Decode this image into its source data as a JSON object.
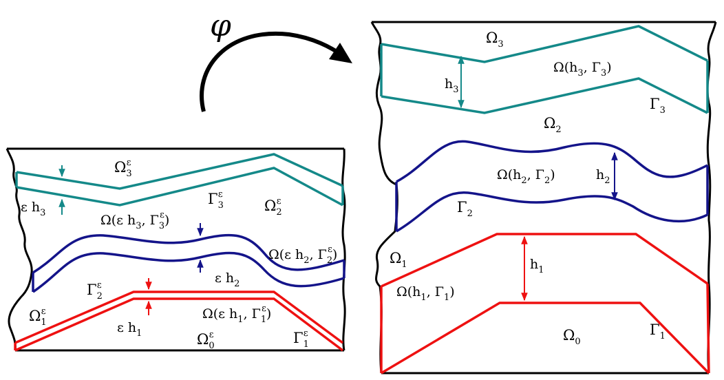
{
  "colors": {
    "teal": "#148989",
    "navy": "#14148a",
    "red": "#ee1111",
    "black": "#000000"
  },
  "map_label": {
    "symbol": "φ"
  },
  "left_panel": {
    "labels": {
      "omega3": {
        "base": "Ω",
        "sub": "3",
        "sup": "ε"
      },
      "omega2": {
        "base": "Ω",
        "sub": "2",
        "sup": "ε"
      },
      "omega1": {
        "base": "Ω",
        "sub": "1",
        "sup": "ε"
      },
      "omega0": {
        "base": "Ω",
        "sub": "0",
        "sup": "ε"
      },
      "gamma3": {
        "base": "Γ",
        "sub": "3",
        "sup": "ε"
      },
      "gamma2": {
        "base": "Γ",
        "sub": "2",
        "sup": "ε"
      },
      "gamma1": {
        "base": "Γ",
        "sub": "1",
        "sup": "ε"
      },
      "eps_h3": {
        "text": "ε h",
        "sub": "3"
      },
      "eps_h2": {
        "text": "ε h",
        "sub": "2"
      },
      "eps_h1": {
        "text": "ε h",
        "sub": "1"
      },
      "layer3": {
        "pre": "Ω(ε h",
        "sub": "3",
        "mid": ", Γ",
        "sub2": "3",
        "sup2": "ε",
        "post": ")"
      },
      "layer2": {
        "pre": "Ω(ε h",
        "sub": "2",
        "mid": ", Γ",
        "sub2": "2",
        "sup2": "ε",
        "post": ")"
      },
      "layer1": {
        "pre": "Ω(ε h",
        "sub": "1",
        "mid": ", Γ",
        "sub2": "1",
        "sup2": "ε",
        "post": ")"
      }
    }
  },
  "right_panel": {
    "labels": {
      "omega3": {
        "base": "Ω",
        "sub": "3"
      },
      "omega2": {
        "base": "Ω",
        "sub": "2"
      },
      "omega1": {
        "base": "Ω",
        "sub": "1"
      },
      "omega0": {
        "base": "Ω",
        "sub": "0"
      },
      "gamma3": {
        "base": "Γ",
        "sub": "3"
      },
      "gamma2": {
        "base": "Γ",
        "sub": "2"
      },
      "gamma1": {
        "base": "Γ",
        "sub": "1"
      },
      "h3": {
        "text": "h",
        "sub": "3"
      },
      "h2": {
        "text": "h",
        "sub": "2"
      },
      "h1": {
        "text": "h",
        "sub": "1"
      },
      "layer3": {
        "pre": "Ω(h",
        "sub": "3",
        "mid": ", Γ",
        "sub2": "3",
        "post": ")"
      },
      "layer2": {
        "pre": "Ω(h",
        "sub": "2",
        "mid": ", Γ",
        "sub2": "2",
        "post": ")"
      },
      "layer1": {
        "pre": "Ω(h",
        "sub": "1",
        "mid": ", Γ",
        "sub2": "1",
        "post": ")"
      }
    }
  }
}
